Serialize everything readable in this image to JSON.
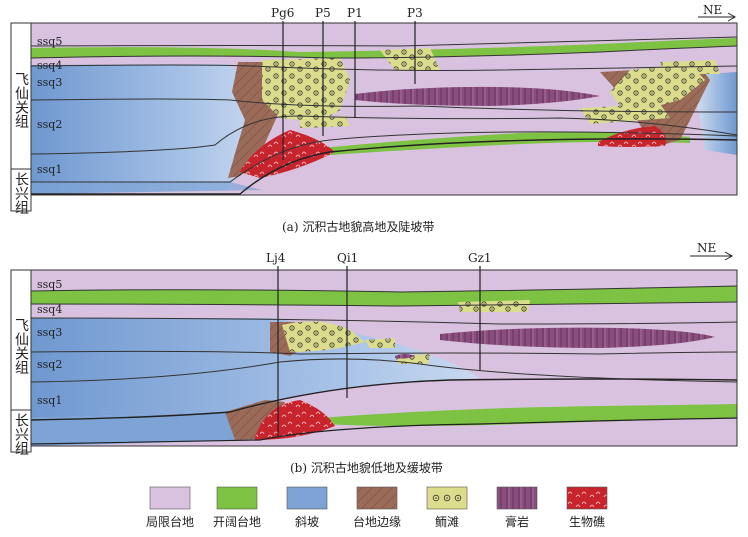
{
  "colors": {
    "restricted_platform": "#d9c2df",
    "open_platform": "#7dc243",
    "slope": "#7ea4d6",
    "platform_margin": "#9b6b5a",
    "oolitic_shoal": "#dcdd8c",
    "gypsum": "#8a4e7e",
    "bioherm": "#c8242e"
  },
  "panel_a": {
    "layers": [
      "ssq5",
      "ssq4",
      "ssq3",
      "ssq2",
      "ssq1"
    ],
    "group_upper": "飞仙关组",
    "group_lower": "长兴组",
    "wells": [
      "Pg6",
      "P5",
      "P1",
      "P3"
    ],
    "direction": "NE",
    "caption": "(a) 沉积古地貌高地及陡坡带"
  },
  "panel_b": {
    "layers": [
      "ssq5",
      "ssq4",
      "ssq3",
      "ssq2",
      "ssq1"
    ],
    "group_upper": "飞仙关组",
    "group_lower": "长兴组",
    "wells": [
      "Lj4",
      "Qi1",
      "Gz1"
    ],
    "direction": "NE",
    "caption": "(b) 沉积古地貌低地及缓坡带"
  },
  "legend": [
    {
      "label": "局限台地",
      "icon": "restricted-platform-swatch"
    },
    {
      "label": "开阔台地",
      "icon": "open-platform-swatch"
    },
    {
      "label": "斜坡",
      "icon": "slope-swatch"
    },
    {
      "label": "台地边缘",
      "icon": "platform-margin-swatch"
    },
    {
      "label": "鲕滩",
      "icon": "oolitic-shoal-swatch"
    },
    {
      "label": "膏岩",
      "icon": "gypsum-swatch"
    },
    {
      "label": "生物礁",
      "icon": "bioherm-swatch"
    }
  ]
}
